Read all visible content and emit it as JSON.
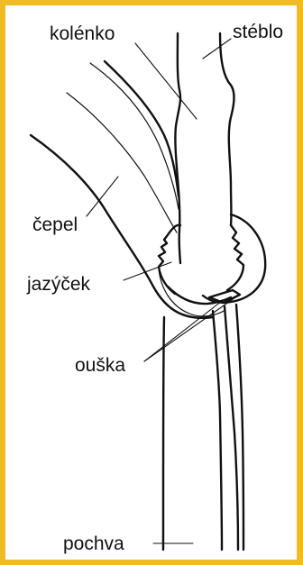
{
  "labels": {
    "kolenko": "kolénko",
    "steblo": "stéblo",
    "cepel": "čepel",
    "jazycek": "jazýček",
    "ouska": "ouška",
    "pochva": "pochva"
  },
  "colors": {
    "frame": "#f0bc23",
    "ink": "#111111",
    "background": "#ffffff"
  }
}
